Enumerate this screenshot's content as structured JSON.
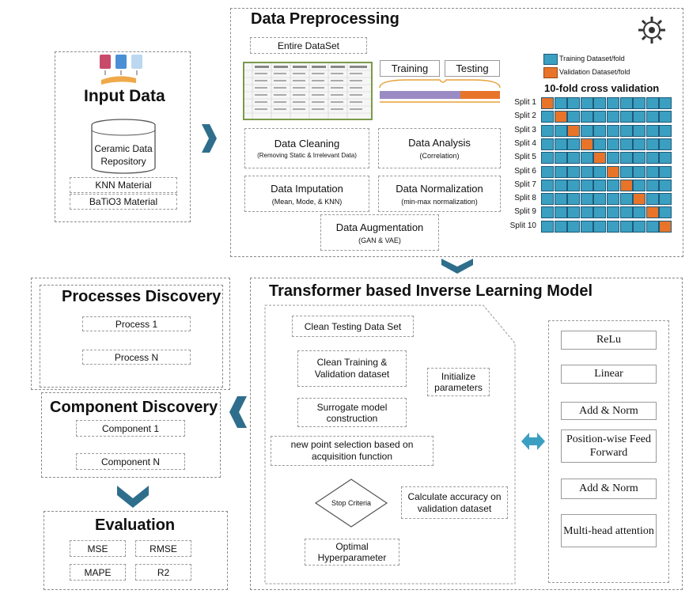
{
  "colors": {
    "train": "#3b9fc1",
    "val": "#e8742a",
    "accent": "#2e6e8c",
    "purple": "#9b8bc4",
    "orange": "#e8742a"
  },
  "input": {
    "title": "Input Data",
    "repo": "Ceramic Data Repository",
    "items": [
      "KNN Material",
      "BaTiO3 Material"
    ]
  },
  "prep": {
    "title": "Data Preprocessing",
    "entire": "Entire DataSet",
    "cleaning_title": "Data Cleaning",
    "cleaning_sub": "(Removing Static & Irrelevant Data)",
    "imputation_title": "Data Imputation",
    "imputation_sub": "(Mean, Mode, & KNN)",
    "augmentation_title": "Data Augmentation",
    "augmentation_sub": "(GAN & VAE)",
    "normalization_title": "Data Normalization",
    "normalization_sub": "(min-max normalization)",
    "analysis_title": "Data Analysis",
    "analysis_sub": "(Correlation)",
    "training": "Training",
    "testing": "Testing"
  },
  "cv": {
    "legend_train": "Training Dataset/fold",
    "legend_val": "Validation Dataset/fold",
    "title": "10-fold cross validation",
    "splits": [
      "Split 1",
      "Split 2",
      "Split 3",
      "Split 4",
      "Split 5",
      "Split 6",
      "Split 7",
      "Split 8",
      "Split 9",
      "Split 10"
    ]
  },
  "processes": {
    "title": "Processes Discovery",
    "items": [
      "Process 1",
      "Process N"
    ]
  },
  "components": {
    "title": "Component Discovery",
    "items": [
      "Component 1",
      "Component N"
    ]
  },
  "evaluation": {
    "title": "Evaluation",
    "metrics": [
      "MSE",
      "RMSE",
      "MAPE",
      "R2"
    ]
  },
  "model": {
    "title": "Transformer based Inverse Learning Model",
    "clean_test": "Clean Testing Data Set",
    "clean_train": "Clean Training & Validation dataset",
    "init": "Initialize parameters",
    "surrogate": "Surrogate model construction",
    "newpoint": "new point selection based on acquisition function",
    "calc": "Calculate accuracy on validation dataset",
    "stop": "Stop Criteria",
    "optimal": "Optimal Hyperparameter"
  },
  "transformer": {
    "relu": "ReLu",
    "linear": "Linear",
    "addnorm1": "Add & Norm",
    "ff": "Position-wise Feed Forward",
    "addnorm2": "Add & Norm",
    "mha": "Multi-head attention"
  }
}
